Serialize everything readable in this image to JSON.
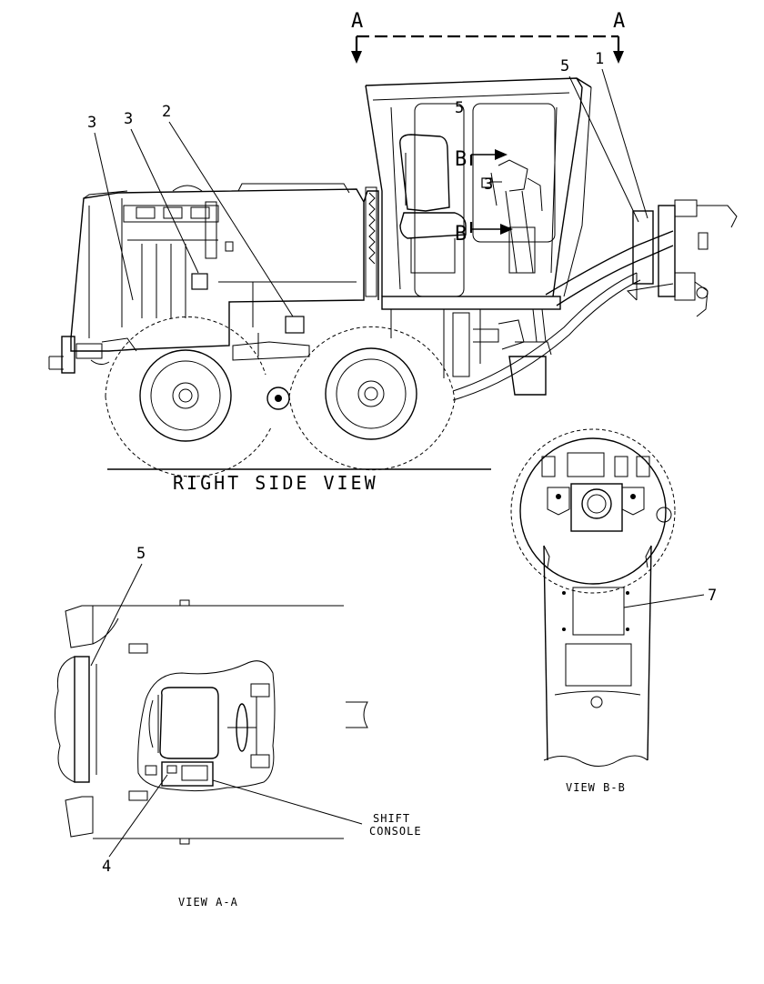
{
  "views": {
    "right_side": "RIGHT SIDE VIEW",
    "a_a": "VIEW A-A",
    "b_b": "VIEW B-B"
  },
  "section_marks": {
    "a_left": "A",
    "a_right": "A",
    "b_upper": "B",
    "b_lower": "B"
  },
  "callouts": {
    "c1": "1",
    "c2": "2",
    "c3_left": "3",
    "c3_mid": "3",
    "c3_cab": "3",
    "c4": "4",
    "c5_cab": "5",
    "c5_rear": "5",
    "c5_view_a": "5",
    "c7": "7"
  },
  "labels": {
    "shift_console_line1": "SHIFT",
    "shift_console_line2": "CONSOLE"
  }
}
